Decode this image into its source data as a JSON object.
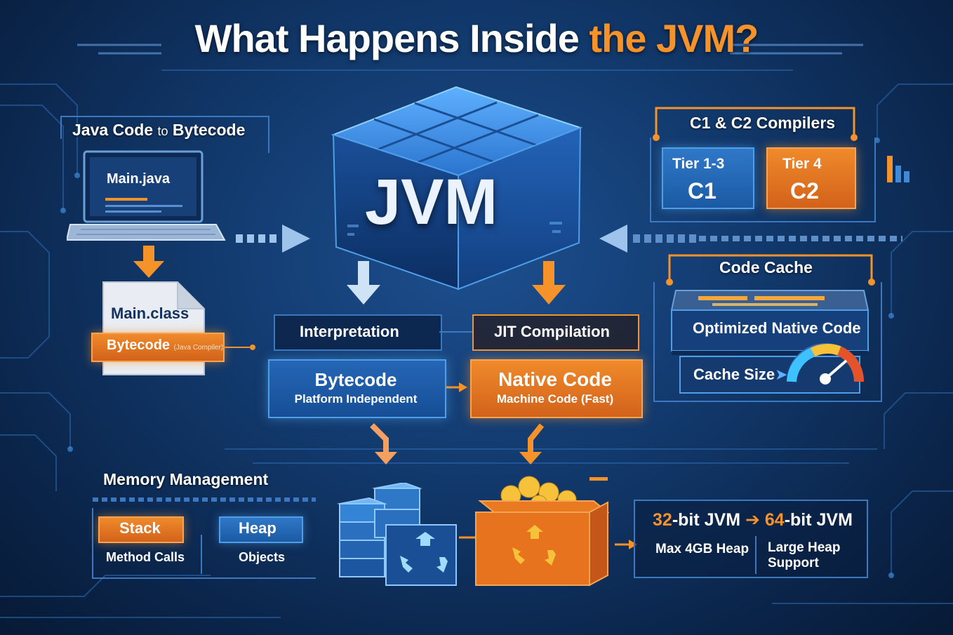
{
  "title": {
    "part1": "What Happens Inside ",
    "part2": "the JVM?"
  },
  "java_code": {
    "heading": "Java Code",
    "to": "to",
    "heading_end": "Bytecode",
    "source_file": "Main.java",
    "class_file": "Main.class",
    "bytecode_label": "Bytecode",
    "compiler_note": "(Java Compiler)"
  },
  "jvm": {
    "label": "JVM"
  },
  "compilers": {
    "heading": "C1 & C2 Compilers",
    "tier1_label": "Tier 1-3",
    "c1": "C1",
    "tier4_label": "Tier 4",
    "c2": "C2"
  },
  "code_cache": {
    "heading": "Code Cache",
    "optimized": "Optimized Native Code",
    "cache_size": "Cache Size"
  },
  "execution": {
    "interpretation": "Interpretation",
    "jit": "JIT Compilation",
    "bytecode_title": "Bytecode",
    "bytecode_sub": "Platform Independent",
    "native_title": "Native Code",
    "native_sub": "Machine Code (Fast)"
  },
  "memory": {
    "heading": "Memory Management",
    "stack": "Stack",
    "stack_sub": "Method Calls",
    "heap": "Heap",
    "heap_sub": "Objects"
  },
  "jvm_bits": {
    "bit32": "32",
    "bit32_suffix": "-bit JVM",
    "bit64": "64",
    "bit64_suffix": "-bit JVM",
    "left_note": "Max 4GB Heap",
    "right_note": "Large Heap Support"
  },
  "colors": {
    "orange": "#f5922a",
    "blue": "#2f78c8",
    "navy": "#0a2347"
  }
}
